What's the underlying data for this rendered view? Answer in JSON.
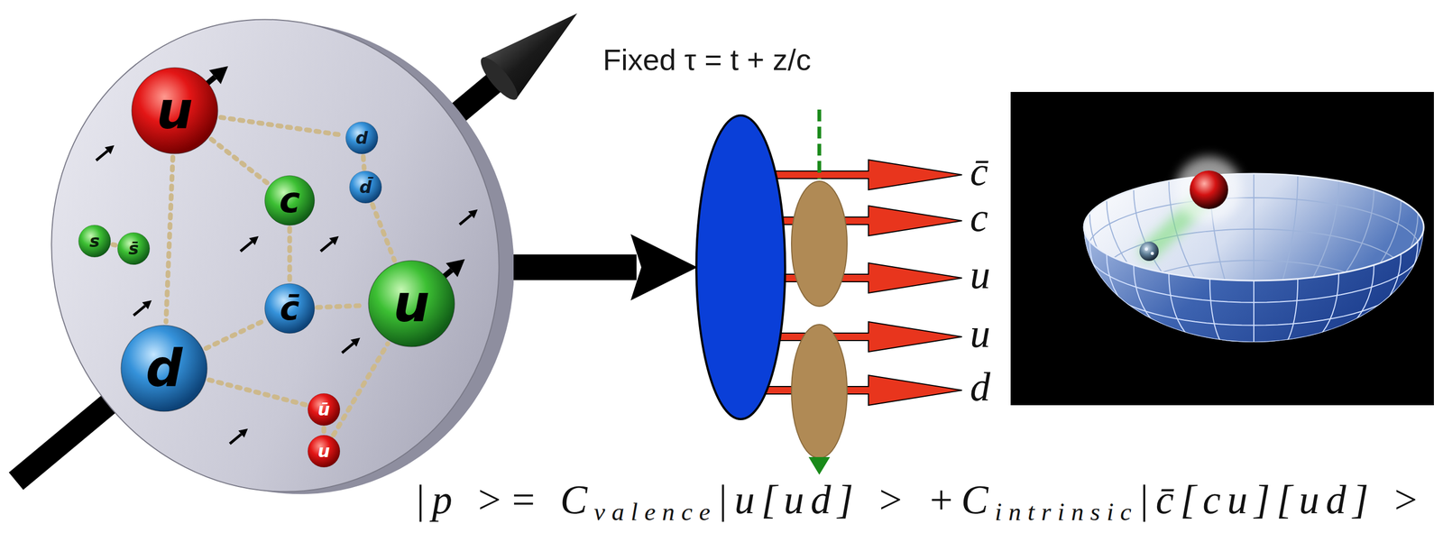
{
  "diagram": {
    "nodes": [
      {
        "text": [
          "u"
        ]
      },
      {
        "text": [
          "d"
        ]
      },
      {
        "text": [
          "d̄"
        ]
      },
      {
        "text": [
          "c"
        ]
      },
      {
        "text": [
          "s"
        ]
      },
      {
        "text": [
          "s̄"
        ]
      },
      {
        "text": [
          "u"
        ]
      },
      {
        "text": [
          "c̄"
        ]
      },
      {
        "text": [
          "d"
        ]
      },
      {
        "text": [
          "ū"
        ]
      },
      {
        "text": [
          "u"
        ]
      }
    ],
    "edges": [
      {
        "from": 0,
        "to": 8,
        "arrow": "none"
      },
      {
        "from": 0,
        "to": 3,
        "arrow": "none"
      },
      {
        "from": 0,
        "to": 1,
        "arrow": "none"
      },
      {
        "from": 1,
        "to": 2,
        "arrow": "none"
      },
      {
        "from": 2,
        "to": 6,
        "arrow": "none"
      },
      {
        "from": 3,
        "to": 7,
        "arrow": "none"
      },
      {
        "from": 7,
        "to": 6,
        "arrow": "none"
      },
      {
        "from": 8,
        "to": 7,
        "arrow": "none"
      },
      {
        "from": 4,
        "to": 5,
        "arrow": "none"
      },
      {
        "from": 8,
        "to": 9,
        "arrow": "none"
      },
      {
        "from": 9,
        "to": 10,
        "arrow": "none"
      },
      {
        "from": 10,
        "to": 6,
        "arrow": "none"
      }
    ],
    "labels": [
      "Fixed τ = t + z/c",
      "c̄",
      "c",
      "u",
      "u",
      "d",
      "|p >= Cvalence|u[ud] > +Cintrinsic|c̄[cu][ud] >"
    ]
  }
}
